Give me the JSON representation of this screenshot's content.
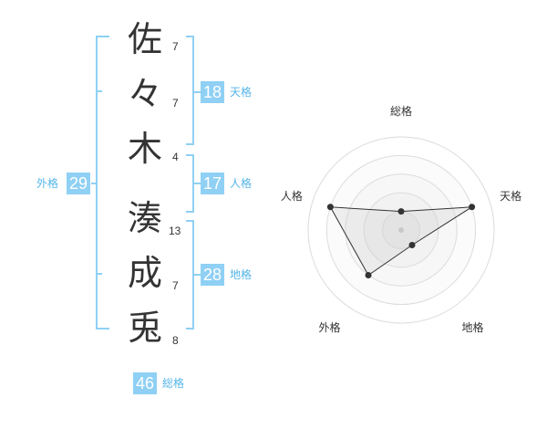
{
  "name": {
    "characters": [
      {
        "char": "佐",
        "strokes": "7"
      },
      {
        "char": "々",
        "strokes": "7"
      },
      {
        "char": "木",
        "strokes": "4"
      },
      {
        "char": "湊",
        "strokes": "13"
      },
      {
        "char": "成",
        "strokes": "7"
      },
      {
        "char": "兎",
        "strokes": "8"
      }
    ]
  },
  "fortunes": {
    "tenkaku": {
      "value": "18",
      "label": "天格"
    },
    "jinkaku": {
      "value": "17",
      "label": "人格"
    },
    "chikaku": {
      "value": "28",
      "label": "地格"
    },
    "gaikaku": {
      "value": "29",
      "label": "外格"
    },
    "soukaku": {
      "value": "46",
      "label": "総格"
    }
  },
  "colors": {
    "accent": "#8fd0f4",
    "accent_text": "#55b5e9",
    "bracket": "#8fd0f4"
  },
  "chart_data": {
    "type": "radar",
    "axes": [
      "総格",
      "天格",
      "地格",
      "外格",
      "人格"
    ],
    "values": [
      1,
      4,
      1,
      3,
      4
    ],
    "rlim": [
      0,
      5
    ],
    "rings": 5,
    "grid": true
  }
}
